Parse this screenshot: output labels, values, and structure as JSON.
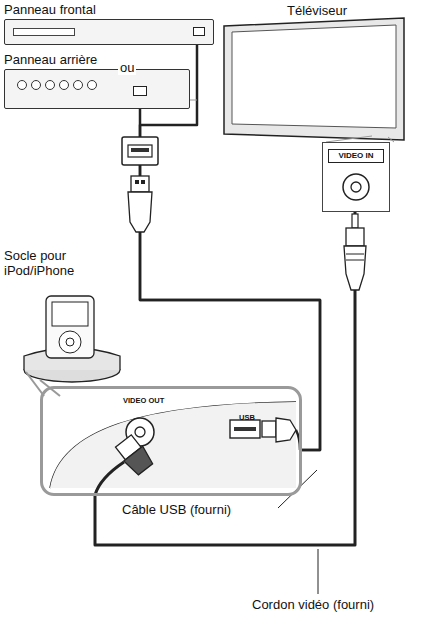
{
  "diagram": {
    "nodes": [
      {
        "text": [
          "Panneau frontal"
        ]
      },
      {
        "text": [
          "Panneau arrière"
        ]
      },
      {
        "text": [
          "Téléviseur"
        ]
      },
      {
        "text": [
          "VIDEO IN"
        ]
      },
      {
        "text": [
          "Socle pour iPod/iPhone"
        ]
      },
      {
        "text": [
          "VIDEO OUT",
          "USB"
        ]
      }
    ],
    "edges": [
      {
        "from": 5,
        "to": 0,
        "arrow": "none",
        "label": "Câble USB (fourni)"
      },
      {
        "from": 5,
        "to": 1,
        "arrow": "none"
      },
      {
        "from": 5,
        "to": 3,
        "arrow": "none",
        "label": "Cordon vidéo (fourni)"
      }
    ],
    "labels": [
      "ou"
    ]
  }
}
